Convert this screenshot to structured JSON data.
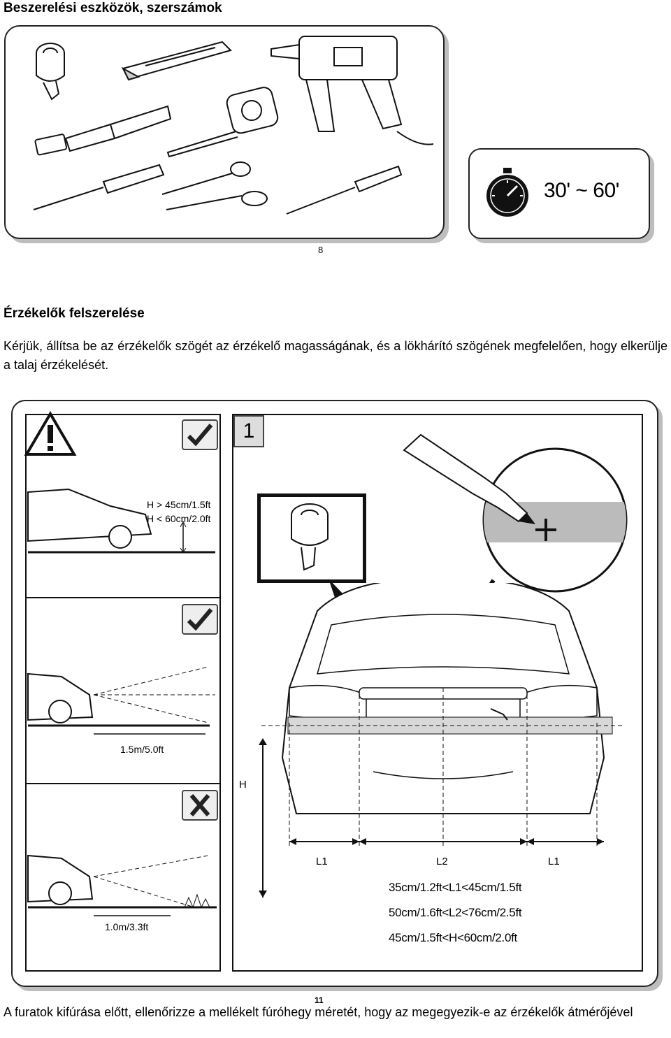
{
  "tools_section": {
    "title": "Beszerelési eszközök, szerszámok"
  },
  "time_box": {
    "duration": "30' ~ 60'",
    "icon": "stopwatch-icon"
  },
  "page_marker": "8",
  "install_section": {
    "title": "Érzékelők felszerelése",
    "paragraph": "Kérjük, állítsa be az érzékelők szögét az érzékelő magasságának, és a lökhárító szögének megfelelően, hogy elkerülje a talaj érzékelését."
  },
  "diagram": {
    "step_number": "1",
    "height_check": {
      "max": "H > 45cm/1.5ft",
      "min": "H < 60cm/2.0ft"
    },
    "range_ok": "1.5m/5.0ft",
    "range_bad": "1.0m/3.3ft",
    "h_label": "H",
    "l1_label": "L1",
    "l2_label": "L2",
    "conditions": [
      "35cm/1.2ft<L1<45cm/1.5ft",
      "50cm/1.6ft<L2<76cm/2.5ft",
      "45cm/1.5ft<H<60cm/2.0ft"
    ]
  },
  "bottom_note": {
    "text": "A furatok kifúrása előtt, ellenőrizze a mellékelt fúróhegy méretét, hogy az megegyezik-e az érzékelők átmérőjével",
    "page_number": "11"
  }
}
